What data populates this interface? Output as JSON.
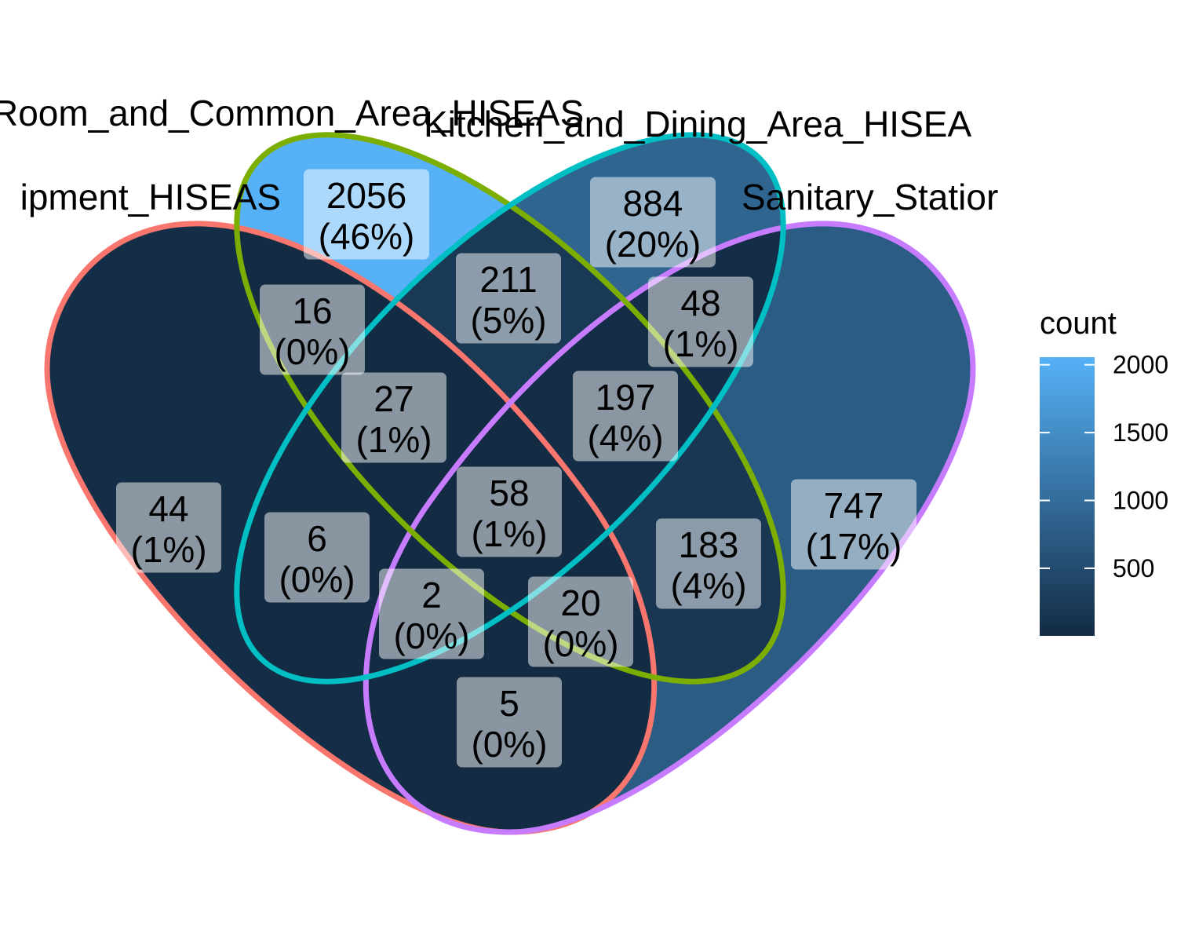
{
  "chart_data": {
    "type": "venn",
    "sets": [
      {
        "name": "Equipment_HISEAS",
        "shown_label": "ipment_HISEAS",
        "color": "#F8766D"
      },
      {
        "name": "Room_and_Common_Area_HISEAS",
        "shown_label": "Room_and_Common_Area_HISEAS",
        "color": "#7CAE00"
      },
      {
        "name": "Kitchen_and_Dining_Area_HISEA",
        "shown_label": "Kitchen_and_Dining_Area_HISEA",
        "color": "#00BFC4"
      },
      {
        "name": "Sanitary_Station",
        "shown_label": "Sanitary_Statior",
        "color": "#C77CFF"
      }
    ],
    "regions": [
      {
        "sets": [
          "Equipment_HISEAS"
        ],
        "count": "44",
        "percent": "(1%)"
      },
      {
        "sets": [
          "Room_and_Common_Area_HISEAS"
        ],
        "count": "2056",
        "percent": "(46%)"
      },
      {
        "sets": [
          "Kitchen_and_Dining_Area_HISEA"
        ],
        "count": "884",
        "percent": "(20%)"
      },
      {
        "sets": [
          "Sanitary_Station"
        ],
        "count": "747",
        "percent": "(17%)"
      },
      {
        "sets": [
          "Equipment_HISEAS",
          "Room_and_Common_Area_HISEAS"
        ],
        "count": "16",
        "percent": "(0%)"
      },
      {
        "sets": [
          "Room_and_Common_Area_HISEAS",
          "Kitchen_and_Dining_Area_HISEA"
        ],
        "count": "211",
        "percent": "(5%)"
      },
      {
        "sets": [
          "Kitchen_and_Dining_Area_HISEA",
          "Sanitary_Station"
        ],
        "count": "48",
        "percent": "(1%)"
      },
      {
        "sets": [
          "Equipment_HISEAS",
          "Room_and_Common_Area_HISEAS",
          "Kitchen_and_Dining_Area_HISEA"
        ],
        "count": "27",
        "percent": "(1%)"
      },
      {
        "sets": [
          "Room_and_Common_Area_HISEAS",
          "Kitchen_and_Dining_Area_HISEA",
          "Sanitary_Station"
        ],
        "count": "197",
        "percent": "(4%)"
      },
      {
        "sets": [
          "Equipment_HISEAS",
          "Kitchen_and_Dining_Area_HISEA"
        ],
        "count": "6",
        "percent": "(0%)"
      },
      {
        "sets": [
          "Equipment_HISEAS",
          "Room_and_Common_Area_HISEAS",
          "Kitchen_and_Dining_Area_HISEA",
          "Sanitary_Station"
        ],
        "count": "58",
        "percent": "(1%)"
      },
      {
        "sets": [
          "Room_and_Common_Area_HISEAS",
          "Sanitary_Station"
        ],
        "count": "183",
        "percent": "(4%)"
      },
      {
        "sets": [
          "Equipment_HISEAS",
          "Kitchen_and_Dining_Area_HISEA",
          "Sanitary_Station"
        ],
        "count": "2",
        "percent": "(0%)"
      },
      {
        "sets": [
          "Equipment_HISEAS",
          "Room_and_Common_Area_HISEAS",
          "Sanitary_Station"
        ],
        "count": "20",
        "percent": "(0%)"
      },
      {
        "sets": [
          "Equipment_HISEAS",
          "Sanitary_Station"
        ],
        "count": "5",
        "percent": "(0%)"
      }
    ],
    "legend": {
      "title": "count",
      "ticks": [
        500,
        1000,
        1500,
        2000
      ],
      "tick_labels": [
        "500",
        "1000",
        "1500",
        "2000"
      ],
      "range": [
        2,
        2056
      ],
      "colors": {
        "low": "#132B43",
        "high": "#56B1F7"
      },
      "placement": "right"
    }
  }
}
